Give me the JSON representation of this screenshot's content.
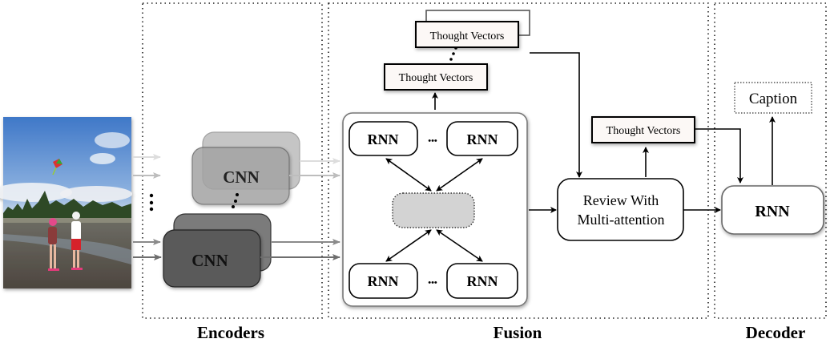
{
  "sections": {
    "encoders": "Encoders",
    "fusion": "Fusion",
    "decoder": "Decoder"
  },
  "encoders": {
    "cnn_top": "CNN",
    "cnn_bottom": "CNN"
  },
  "fusion": {
    "rnn_top_left": "RNN",
    "rnn_top_right": "RNN",
    "rnn_bottom_left": "RNN",
    "rnn_bottom_right": "RNN",
    "ellipsis": "•••",
    "thought_vectors_stack": "Thought Vectors",
    "thought_vectors_lower": "Thought Vectors",
    "review_line1": "Review With",
    "review_line2": "Multi-attention",
    "thought_vectors_review": "Thought Vectors"
  },
  "decoder": {
    "rnn": "RNN",
    "caption": "Caption"
  },
  "input_image": {
    "description": "photo of two children on a beach flying a kite",
    "icon": "photo-icon"
  }
}
